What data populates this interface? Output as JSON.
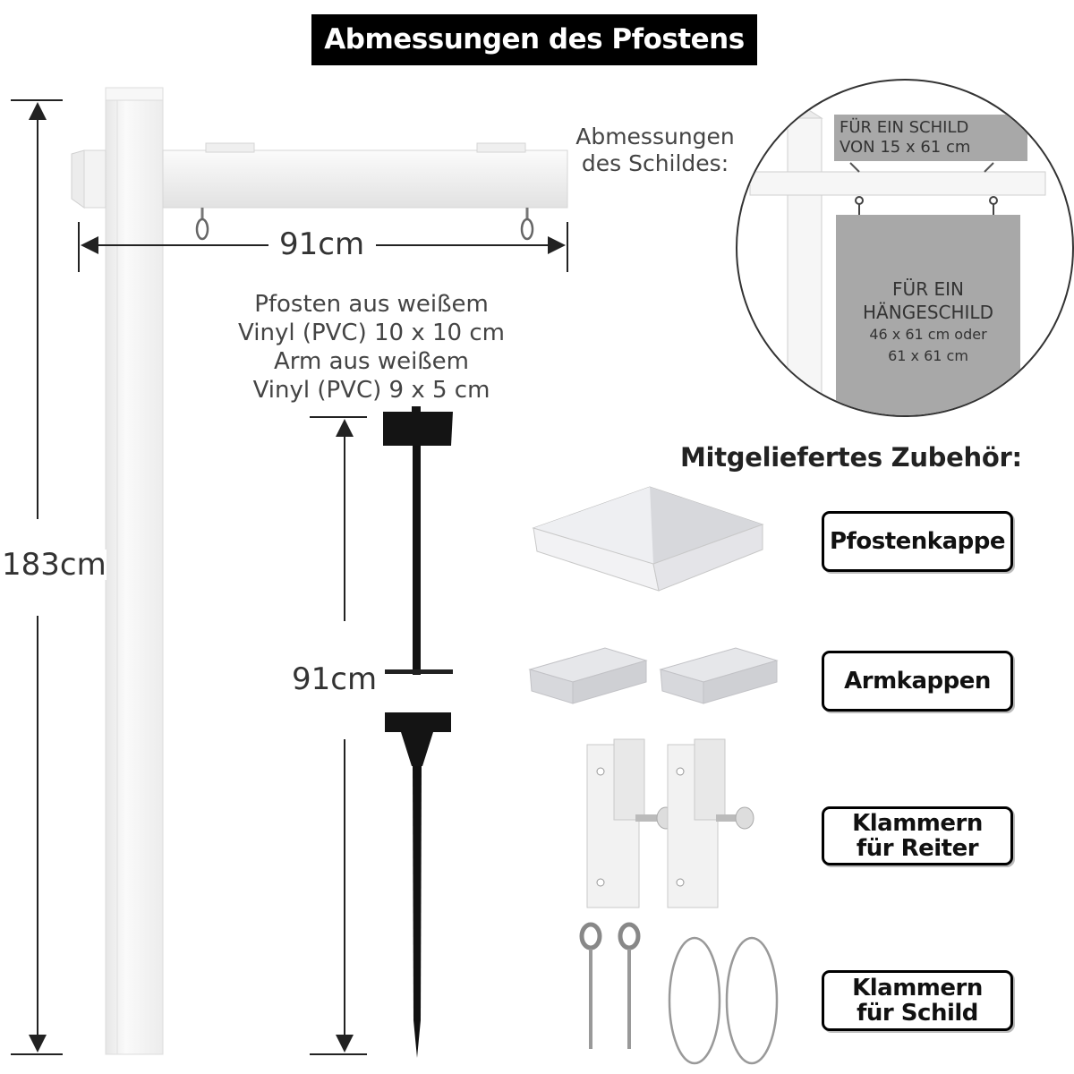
{
  "title": "Abmessungen des Pfostens",
  "dimensions": {
    "arm_width": "91cm",
    "post_height": "183cm",
    "stake_height": "91cm"
  },
  "material": {
    "post_line1": "Pfosten aus weißem",
    "post_line2": "Vinyl (PVC) 10 x 10 cm",
    "arm_line1": "Arm aus weißem",
    "arm_line2": "Vinyl (PVC) 9 x 5 cm"
  },
  "sign": {
    "heading_line1": "Abmessungen",
    "heading_line2": "des Schildes:",
    "top_sign_line1": "FÜR EIN SCHILD",
    "top_sign_line2": "VON 15 x 61 cm",
    "hanging_line1": "FÜR EIN",
    "hanging_line2": "HÄNGESCHILD",
    "hanging_line3": "46 x 61 cm oder",
    "hanging_line4": "61 x 61 cm"
  },
  "accessories": {
    "heading": "Mitgeliefertes Zubehör:",
    "items": [
      {
        "label_line1": "Pfostenkappe",
        "label_line2": ""
      },
      {
        "label_line1": "Armkappen",
        "label_line2": ""
      },
      {
        "label_line1": "Klammern",
        "label_line2": "für Reiter"
      },
      {
        "label_line1": "Klammern",
        "label_line2": "für Schild"
      }
    ]
  },
  "colors": {
    "vinyl_white": "#f4f4f4",
    "vinyl_shadow": "#d8d8d8",
    "stake_black": "#111111",
    "sign_gray": "#a8a8a8",
    "cap_gray": "#dcdde1"
  }
}
